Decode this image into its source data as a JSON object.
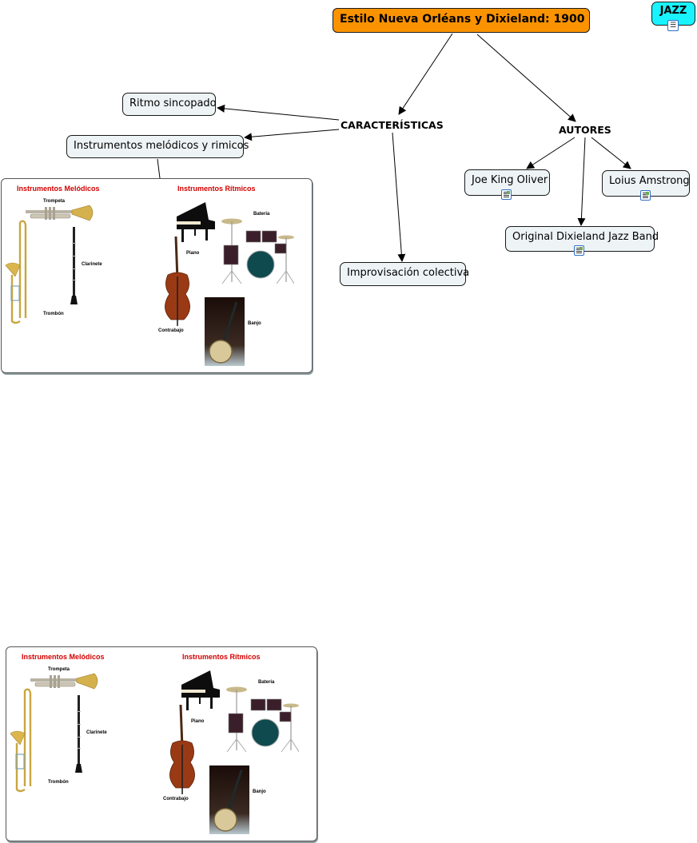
{
  "map": {
    "title_node": "Estilo Nueva Orléans y Dixieland: 1900",
    "jazz_node": {
      "label": "JAZZ",
      "icon": "concept-map-link-icon"
    },
    "linking_phrases": {
      "caracteristicas": "CARACTERÍSTICAS",
      "autores": "AUTORES"
    },
    "characteristics": [
      {
        "label": "Ritmo sincopado"
      },
      {
        "label": "Instrumentos melódicos y rimicos"
      },
      {
        "label": "Improvisación colectiva"
      }
    ],
    "authors": [
      {
        "label": "Joe King Oliver",
        "icon": "resource-document-icon"
      },
      {
        "label": "Loius Amstrong",
        "icon": "resource-document-icon"
      },
      {
        "label": "Original Dixieland Jazz Band",
        "icon": "resource-document-icon"
      }
    ]
  },
  "instrument_panel": {
    "melodic_heading": "Instrumentos Melódicos",
    "rhythmic_heading": "Instrumentos Rítmicos",
    "melodic": [
      "Trompeta",
      "Clarinete",
      "Trombón"
    ],
    "rhythmic": [
      "Piano",
      "Batería",
      "Contrabajo",
      "Banjo"
    ]
  },
  "colors": {
    "title_bg": "#fb9300",
    "jazz_bg": "#19f3ff",
    "node_bg": "#eef4f6",
    "panel_heading": "#d40000"
  }
}
